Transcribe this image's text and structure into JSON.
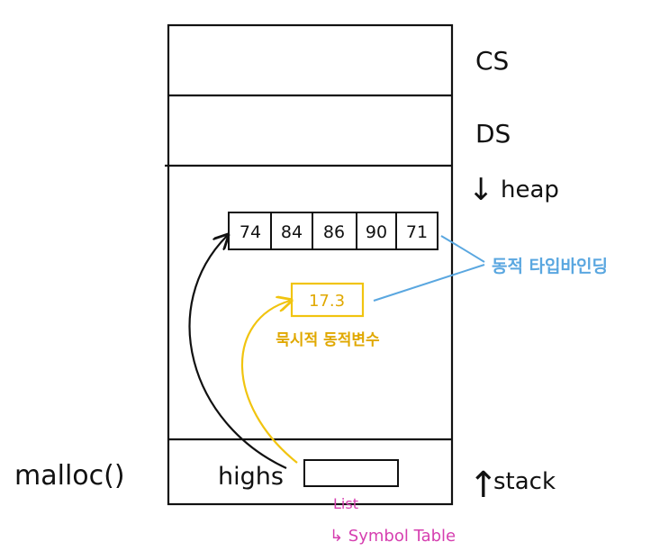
{
  "segments": {
    "cs": "CS",
    "ds": "DS",
    "heap": "heap",
    "stack": "stack"
  },
  "arrows": {
    "heap": "↓",
    "stack": "↑"
  },
  "array": {
    "values": [
      "74",
      "84",
      "86",
      "90",
      "71"
    ]
  },
  "implicit_var": {
    "value": "17.3",
    "label": "묵시적 동적변수"
  },
  "dynamic_binding_label": "동적 타입바인딩",
  "malloc_label": "malloc()",
  "highs_label": "highs",
  "list_label": "List",
  "symbol_table_label": "↳ Symbol Table",
  "colors": {
    "ink": "#111111",
    "yellow": "#f1c40f",
    "yellow_text": "#e0a800",
    "blue": "#5aa7e0",
    "magenta": "#d63fb0"
  }
}
